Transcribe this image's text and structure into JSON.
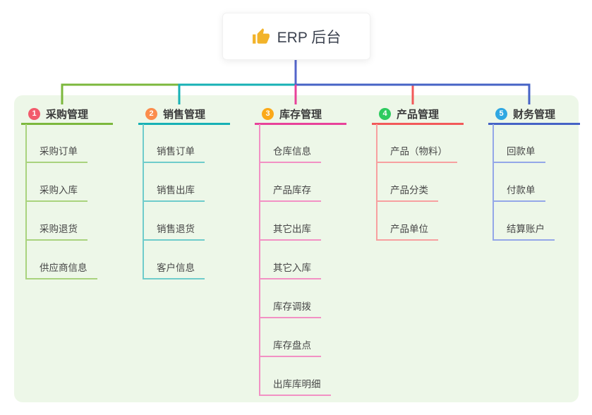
{
  "root": {
    "label": "ERP 后台",
    "icon": "thumbs-up-icon",
    "icon_color": "#f2b32a",
    "connector_color": "#5365cb"
  },
  "canvas": {
    "background": "#ffffff",
    "panel_background": "#edf7e8"
  },
  "branches": [
    {
      "number": "1",
      "label": "采购管理",
      "badge_color": "#f25b6c",
      "line_color": "#7cb83d",
      "child_line_color": "#a9d37e",
      "children": [
        "采购订单",
        "采购入库",
        "采购退货",
        "供应商信息"
      ]
    },
    {
      "number": "2",
      "label": "销售管理",
      "badge_color": "#fb8c4c",
      "line_color": "#17b1b5",
      "child_line_color": "#6fcccb",
      "children": [
        "销售订单",
        "销售出库",
        "销售退货",
        "客户信息"
      ]
    },
    {
      "number": "3",
      "label": "库存管理",
      "badge_color": "#fba919",
      "line_color": "#e8429a",
      "child_line_color": "#f291c4",
      "children": [
        "仓库信息",
        "产品库存",
        "其它出库",
        "其它入库",
        "库存调拨",
        "库存盘点",
        "出库库明细"
      ]
    },
    {
      "number": "4",
      "label": "产品管理",
      "badge_color": "#2ecb5f",
      "line_color": "#f25959",
      "child_line_color": "#f7a0a0",
      "children": [
        "产品（物料）",
        "产品分类",
        "产品单位"
      ]
    },
    {
      "number": "5",
      "label": "财务管理",
      "badge_color": "#2fa7e2",
      "line_color": "#4663c6",
      "child_line_color": "#94a7e8",
      "children": [
        "回款单",
        "付款单",
        "结算账户"
      ]
    }
  ]
}
